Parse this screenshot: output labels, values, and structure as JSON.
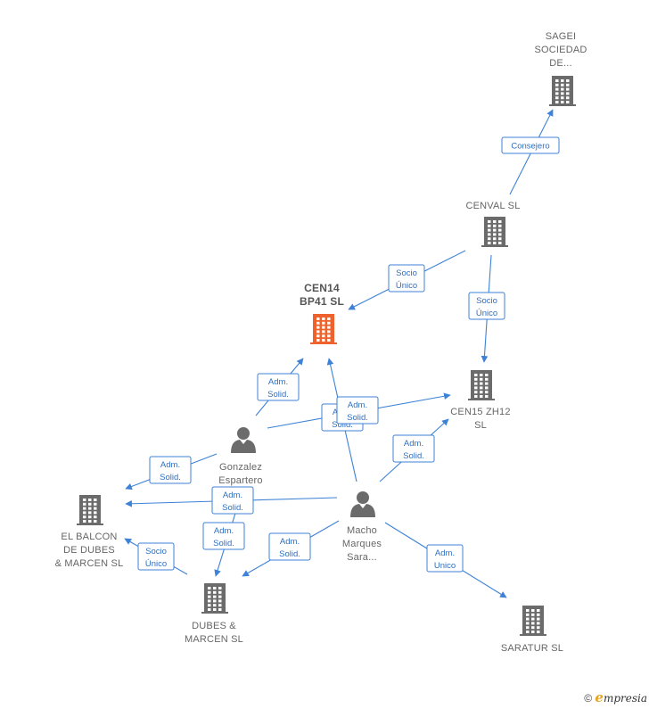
{
  "colors": {
    "edge": "#3d82d6",
    "company": "#6b6b6b",
    "focus_company": "#f0622d",
    "person": "#6b6b6b"
  },
  "nodes": [
    {
      "id": "sagei",
      "type": "company",
      "icon": "building-icon",
      "lines": [
        "SAGEI",
        "SOCIEDAD",
        "DE..."
      ]
    },
    {
      "id": "cenval",
      "type": "company",
      "icon": "building-icon",
      "lines": [
        "CENVAL SL"
      ]
    },
    {
      "id": "cen14",
      "type": "company",
      "focus": true,
      "icon": "building-icon",
      "lines": [
        "CEN14",
        "BP41  SL"
      ]
    },
    {
      "id": "cen15",
      "type": "company",
      "icon": "building-icon",
      "lines": [
        "CEN15 ZH12",
        "SL"
      ]
    },
    {
      "id": "gonzalez",
      "type": "person",
      "icon": "person-icon",
      "lines": [
        "Gonzalez",
        "Espartero",
        "..."
      ]
    },
    {
      "id": "macho",
      "type": "person",
      "icon": "person-icon",
      "lines": [
        "Macho",
        "Marques",
        "Sara..."
      ]
    },
    {
      "id": "elbalcon",
      "type": "company",
      "icon": "building-icon",
      "lines": [
        "EL BALCON",
        "DE DUBES",
        "& MARCEN  SL"
      ]
    },
    {
      "id": "dubes",
      "type": "company",
      "icon": "building-icon",
      "lines": [
        "DUBES &",
        "MARCEN  SL"
      ]
    },
    {
      "id": "saratur",
      "type": "company",
      "icon": "building-icon",
      "lines": [
        "SARATUR  SL"
      ]
    }
  ],
  "edges": [
    {
      "from": "cenval",
      "to": "sagei",
      "label": [
        "Consejero"
      ]
    },
    {
      "from": "cenval",
      "to": "cen14",
      "label": [
        "Socio",
        "Único"
      ]
    },
    {
      "from": "cenval",
      "to": "cen15",
      "label": [
        "Socio",
        "Único"
      ]
    },
    {
      "from": "gonzalez",
      "to": "cen14",
      "label": [
        "Adm.",
        "Solid."
      ]
    },
    {
      "from": "macho",
      "to": "cen14",
      "label": [
        "Adm.",
        "Solid."
      ]
    },
    {
      "from": "gonzalez",
      "to": "cen15",
      "label": [
        "Adm.",
        "Solid."
      ]
    },
    {
      "from": "macho",
      "to": "cen15",
      "label": [
        "Adm.",
        "Solid."
      ]
    },
    {
      "from": "gonzalez",
      "to": "elbalcon",
      "label": [
        "Adm.",
        "Solid."
      ]
    },
    {
      "from": "macho",
      "to": "elbalcon",
      "label": [
        "Adm.",
        "Solid."
      ]
    },
    {
      "from": "gonzalez",
      "to": "dubes",
      "label": [
        "Adm.",
        "Solid."
      ]
    },
    {
      "from": "macho",
      "to": "dubes",
      "label": [
        "Adm.",
        "Solid."
      ]
    },
    {
      "from": "dubes",
      "to": "elbalcon",
      "label": [
        "Socio",
        "Único"
      ]
    },
    {
      "from": "macho",
      "to": "saratur",
      "label": [
        "Adm.",
        "Unico"
      ]
    }
  ],
  "watermark": {
    "symbol": "©",
    "brand_initial": "e",
    "brand_rest": "mpresia"
  }
}
